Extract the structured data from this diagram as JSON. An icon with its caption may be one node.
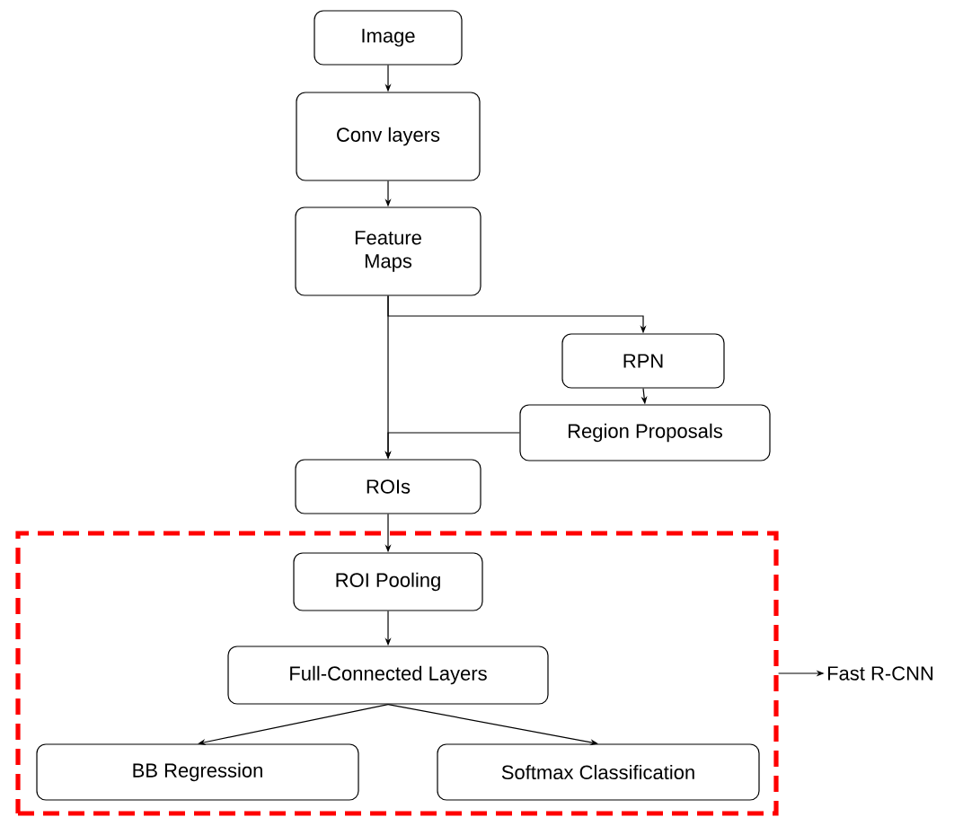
{
  "diagram": {
    "nodes": [
      {
        "text": [
          "Image"
        ]
      },
      {
        "text": [
          "Conv layers"
        ]
      },
      {
        "text": [
          "Feature Maps"
        ]
      },
      {
        "text": [
          "RPN"
        ]
      },
      {
        "text": [
          "Region Proposals"
        ]
      },
      {
        "text": [
          "ROIs"
        ]
      },
      {
        "text": [],
        "shape": "box"
      },
      {
        "text": [
          "ROI Pooling"
        ],
        "in": 6
      },
      {
        "text": [
          "Full-Connected Layers"
        ],
        "in": 6
      },
      {
        "text": [
          "BB Regression"
        ],
        "in": 6
      },
      {
        "text": [
          "Softmax Classification"
        ],
        "in": 6
      },
      {
        "text": [
          "Fast R-CNN"
        ]
      }
    ],
    "edges": [
      {
        "from": 0,
        "to": 1,
        "arrow": "to"
      },
      {
        "from": 1,
        "to": 2,
        "arrow": "to"
      },
      {
        "from": 2,
        "to": 3,
        "arrow": "to"
      },
      {
        "from": 2,
        "to": 5,
        "arrow": "to"
      },
      {
        "from": 3,
        "to": 4,
        "arrow": "to"
      },
      {
        "from": 4,
        "to": 5,
        "arrow": "to"
      },
      {
        "from": 5,
        "to": 7,
        "arrow": "to"
      },
      {
        "from": 7,
        "to": 8,
        "arrow": "to"
      },
      {
        "from": 8,
        "to": 9,
        "arrow": "to"
      },
      {
        "from": 8,
        "to": 10,
        "arrow": "to"
      },
      {
        "from": 6,
        "to": 11,
        "arrow": "to"
      }
    ]
  }
}
